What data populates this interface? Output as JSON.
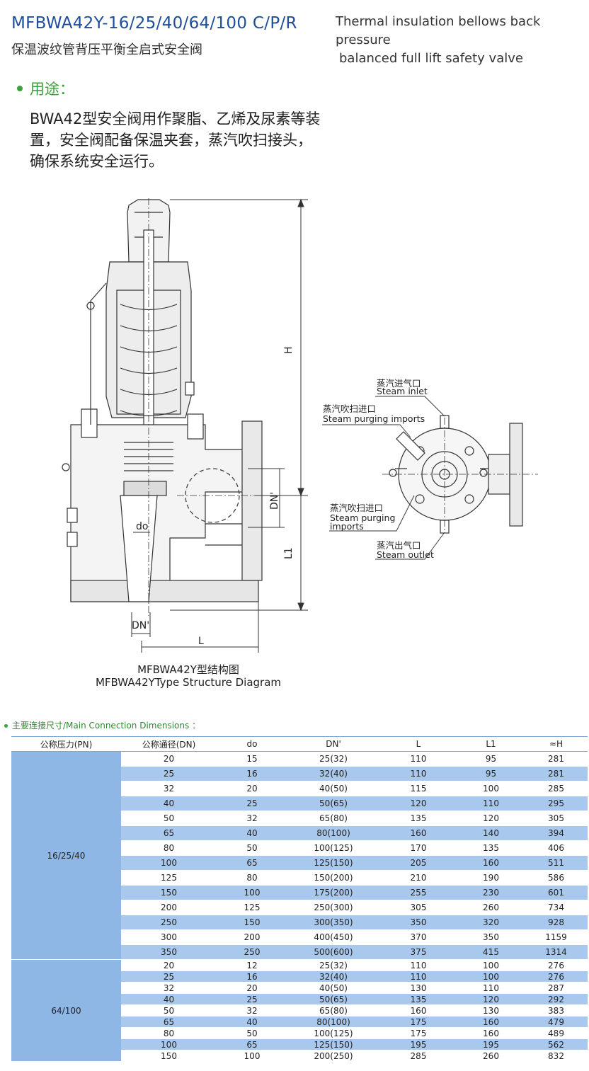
{
  "header": {
    "model": "MFBWA42Y-16/25/40/64/100 C/P/R",
    "cn_name": "保温波纹管背压平衡全启式安全阀",
    "en_name_line1": "Thermal insulation bellows back pressure",
    "en_name_line2": "balanced full lift safety valve"
  },
  "usage": {
    "heading": "用途：",
    "lines": [
      "BWA42型安全阀用作聚脂、乙烯及尿素等装",
      "置，安全阀配备保温夹套，蒸汽吹扫接头，",
      "确保系统安全运行。"
    ]
  },
  "diagram": {
    "labels": {
      "H": "H",
      "L1": "L1",
      "L": "L",
      "DN_side": "DN'",
      "DN_bottom": "DN'",
      "do": "do",
      "steam_inlet_cn": "蒸汽进气口",
      "steam_inlet_en": "Steam inlet",
      "purge1_cn": "蒸汽吹扫进口",
      "purge1_en": "Steam purging imports",
      "purge2_cn": "蒸汽吹扫进口",
      "purge2_en_1": "Steam purging",
      "purge2_en_2": "imports",
      "outlet_cn": "蒸汽出气口",
      "outlet_en": "Steam outlet"
    },
    "caption_cn": "MFBWA42Y型结构图",
    "caption_en": "MFBWA42YType Structure Diagram"
  },
  "dimensions": {
    "heading": "主要连接尺寸/Main Connection Dimensions ：",
    "columns": [
      "公称压力(PN)",
      "公称通径(DN)",
      "do",
      "DN'",
      "L",
      "L1",
      "≈H"
    ],
    "groups": [
      {
        "pn": "16/25/40",
        "rows": [
          [
            "20",
            "15",
            "25(32)",
            "110",
            "95",
            "281"
          ],
          [
            "25",
            "16",
            "32(40)",
            "110",
            "95",
            "281"
          ],
          [
            "32",
            "20",
            "40(50)",
            "115",
            "100",
            "285"
          ],
          [
            "40",
            "25",
            "50(65)",
            "120",
            "110",
            "295"
          ],
          [
            "50",
            "32",
            "65(80)",
            "135",
            "120",
            "305"
          ],
          [
            "65",
            "40",
            "80(100)",
            "160",
            "140",
            "394"
          ],
          [
            "80",
            "50",
            "100(125)",
            "170",
            "135",
            "406"
          ],
          [
            "100",
            "65",
            "125(150)",
            "205",
            "160",
            "511"
          ],
          [
            "125",
            "80",
            "150(200)",
            "210",
            "190",
            "586"
          ],
          [
            "150",
            "100",
            "175(200)",
            "255",
            "230",
            "601"
          ],
          [
            "200",
            "125",
            "250(300)",
            "305",
            "260",
            "734"
          ],
          [
            "250",
            "150",
            "300(350)",
            "350",
            "320",
            "928"
          ],
          [
            "300",
            "200",
            "400(450)",
            "370",
            "350",
            "1159"
          ],
          [
            "350",
            "250",
            "500(600)",
            "375",
            "415",
            "1314"
          ]
        ]
      },
      {
        "pn": "64/100",
        "rows": [
          [
            "20",
            "12",
            "25(32)",
            "110",
            "100",
            "276"
          ],
          [
            "25",
            "16",
            "32(40)",
            "110",
            "100",
            "276"
          ],
          [
            "32",
            "20",
            "40(50)",
            "130",
            "110",
            "287"
          ],
          [
            "40",
            "25",
            "50(65)",
            "135",
            "120",
            "292"
          ],
          [
            "50",
            "32",
            "65(80)",
            "160",
            "130",
            "383"
          ],
          [
            "65",
            "40",
            "80(100)",
            "175",
            "160",
            "479"
          ],
          [
            "80",
            "50",
            "100(125)",
            "175",
            "160",
            "489"
          ],
          [
            "100",
            "65",
            "125(150)",
            "195",
            "195",
            "562"
          ],
          [
            "150",
            "100",
            "200(250)",
            "285",
            "260",
            "832"
          ]
        ]
      }
    ]
  }
}
